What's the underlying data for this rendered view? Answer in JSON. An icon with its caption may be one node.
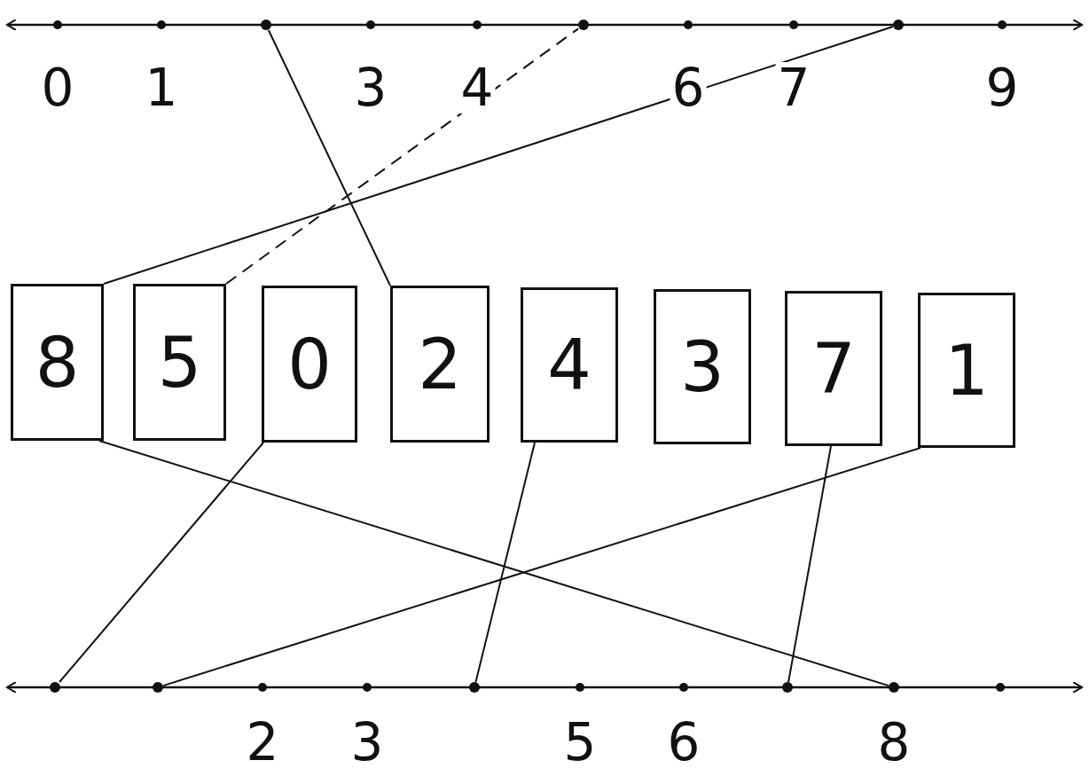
{
  "diagram": {
    "nodes": [
      {
        "text": [],
        "shape": "circle"
      },
      {
        "text": [],
        "shape": "circle"
      },
      {
        "text": [],
        "shape": "circle"
      },
      {
        "text": [
          "8"
        ]
      },
      {
        "text": [
          "5"
        ]
      },
      {
        "text": [
          "0"
        ]
      },
      {
        "text": [
          "2"
        ]
      },
      {
        "text": [
          "4"
        ]
      },
      {
        "text": [
          "3"
        ]
      },
      {
        "text": [
          "7"
        ]
      },
      {
        "text": [
          "1"
        ]
      },
      {
        "text": [],
        "shape": "circle"
      },
      {
        "text": [],
        "shape": "circle"
      },
      {
        "text": [],
        "shape": "circle"
      },
      {
        "text": [],
        "shape": "circle"
      },
      {
        "text": [],
        "shape": "circle"
      }
    ],
    "edges": [
      {
        "from": 3,
        "to": 2,
        "arrow": "none"
      },
      {
        "from": 4,
        "to": 1,
        "arrow": "none",
        "style": "dashed"
      },
      {
        "from": 6,
        "to": 0,
        "arrow": "none"
      },
      {
        "from": 5,
        "to": 11,
        "arrow": "none"
      },
      {
        "from": 3,
        "to": 15,
        "arrow": "none"
      },
      {
        "from": 7,
        "to": 13,
        "arrow": "none"
      },
      {
        "from": 9,
        "to": 14,
        "arrow": "none"
      },
      {
        "from": 10,
        "to": 12,
        "arrow": "none"
      }
    ],
    "labels": [
      "0",
      "1",
      "3",
      "4",
      "6",
      "7",
      "9",
      "2",
      "3",
      "5",
      "6",
      "8"
    ]
  }
}
